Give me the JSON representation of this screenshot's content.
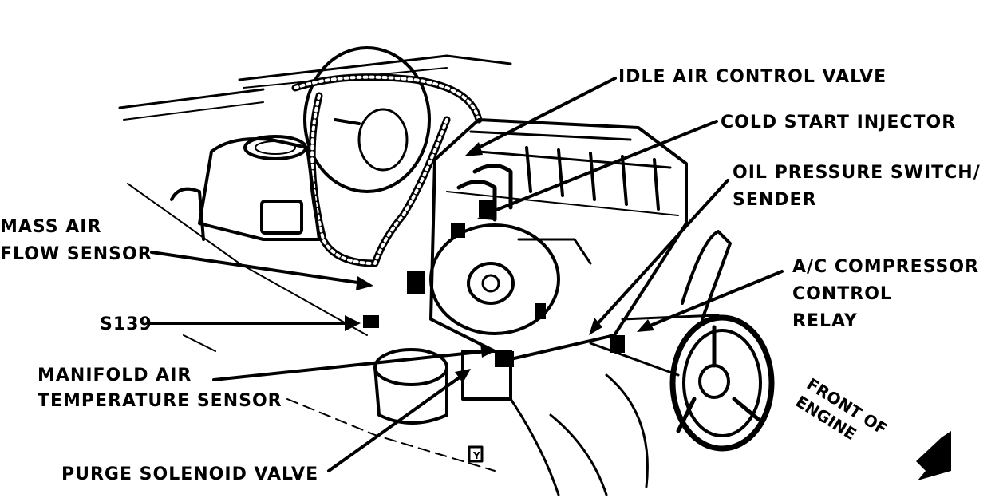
{
  "labels": {
    "idle_air": "IDLE AIR CONTROL VALVE",
    "cold_start": "COLD START INJECTOR",
    "oil_pressure_1": "OIL PRESSURE SWITCH/",
    "oil_pressure_2": "SENDER",
    "mass_air_1": "MASS AIR",
    "mass_air_2": "FLOW SENSOR",
    "s139": "S139",
    "ac_1": "A/C COMPRESSOR",
    "ac_2": "CONTROL",
    "ac_3": "RELAY",
    "manifold_1": "MANIFOLD AIR",
    "manifold_2": "TEMPERATURE SENSOR",
    "purge": "PURGE SOLENOID VALVE",
    "front_1": "FRONT OF",
    "front_2": "ENGINE",
    "tag_y": "Y"
  }
}
